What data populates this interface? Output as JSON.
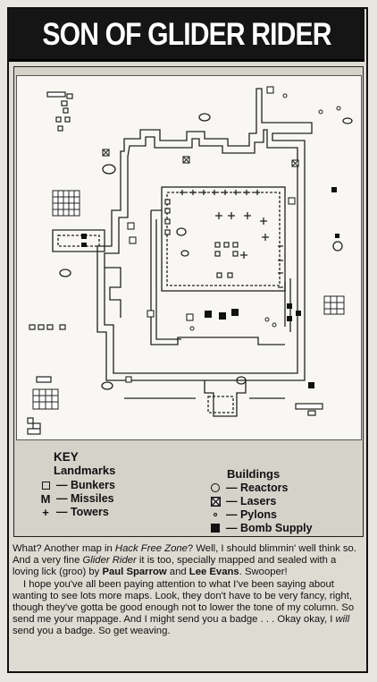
{
  "title": "SON OF GLIDER RIDER",
  "key": {
    "title": "KEY",
    "landmarks_heading": "Landmarks",
    "landmarks": [
      {
        "icon": "bunker-square-icon",
        "label": "— Bunkers"
      },
      {
        "icon": "missile-m-icon",
        "symbol": "M",
        "label": "— Missiles"
      },
      {
        "icon": "tower-cross-icon",
        "symbol": "+",
        "label": "— Towers"
      }
    ],
    "buildings_heading": "Buildings",
    "buildings": [
      {
        "icon": "reactor-circle-icon",
        "label": "— Reactors"
      },
      {
        "icon": "laser-box-icon",
        "label": "— Lasers"
      },
      {
        "icon": "pylon-dot-icon",
        "label": "— Pylons"
      },
      {
        "icon": "bomb-supply-square-icon",
        "label": "— Bomb Supply"
      }
    ]
  },
  "article": {
    "p1": [
      {
        "t": "What? Another map in "
      },
      {
        "t": "Hack Free Zone",
        "s": "i"
      },
      {
        "t": "? Well, I should blimmin' well think so. And a very fine "
      },
      {
        "t": "Glider Rider",
        "s": "i"
      },
      {
        "t": " it is too, specially mapped and sealed with a loving lick (groo) by "
      },
      {
        "t": "Paul Sparrow",
        "s": "b"
      },
      {
        "t": " and "
      },
      {
        "t": "Lee Evans",
        "s": "b"
      },
      {
        "t": ". Swooper!"
      }
    ],
    "p2": [
      {
        "t": "I hope you've all been paying attention to what I've been saying about wanting to see lots more maps. Look, they don't have to be very fancy, right, though they've gotta be good enough not to lower the tone of my column. So send me your mappage. And I might send you a badge . . . Okay okay, I "
      },
      {
        "t": "will",
        "s": "i"
      },
      {
        "t": " send you a badge. So get weaving."
      }
    ]
  }
}
